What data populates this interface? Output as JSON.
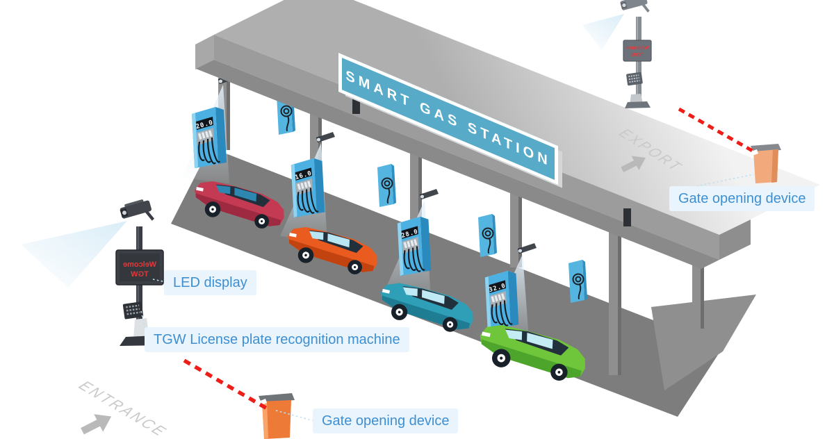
{
  "sign": {
    "text": "SMART GAS STATION",
    "bg": "#57abc8"
  },
  "labels": {
    "led_display": "LED display",
    "lpr_machine": "TGW License plate recognition machine",
    "gate_bottom": "Gate opening device",
    "gate_top": "Gate opening device"
  },
  "roads": {
    "entrance": "ENTRANCE",
    "export": "EXPORT"
  },
  "pumps": [
    {
      "display": "20.0"
    },
    {
      "display": "16.0"
    },
    {
      "display": "28.0"
    },
    {
      "display": "32.0"
    }
  ],
  "pole_led": {
    "line1": "Welcome",
    "line2": "TGW"
  },
  "cars": [
    {
      "name": "red-car",
      "body": "#c43a52",
      "shade": "#9e2a42",
      "glass": "#2d87b0"
    },
    {
      "name": "orange-car",
      "body": "#e95b1f",
      "shade": "#c24310",
      "glass": "#b9e6f2"
    },
    {
      "name": "teal-car",
      "body": "#2f9fb8",
      "shade": "#1f7d93",
      "glass": "#bfe9f4"
    },
    {
      "name": "green-car",
      "body": "#6fc63b",
      "shade": "#4da52b",
      "glass": "#c4ecf5"
    }
  ],
  "colors": {
    "label_bg": "#e9f4fc",
    "label_text": "#3e8fd2",
    "sign_teal": "#57abc8",
    "red_dashed_line": "#ee1d17",
    "dotted_connector": "#bfe0f0",
    "floor_gray": "#7d7d7d",
    "roof_gray": "#9c9c9c",
    "pump_blue": "#4cb0e2",
    "gate_orange": "#ee7a37",
    "gate_orange_light": "#f2a97b",
    "led_red": "#e0393c",
    "arrow_gray": "#b9b9b9",
    "beam_blue": "#e3f1f9"
  }
}
